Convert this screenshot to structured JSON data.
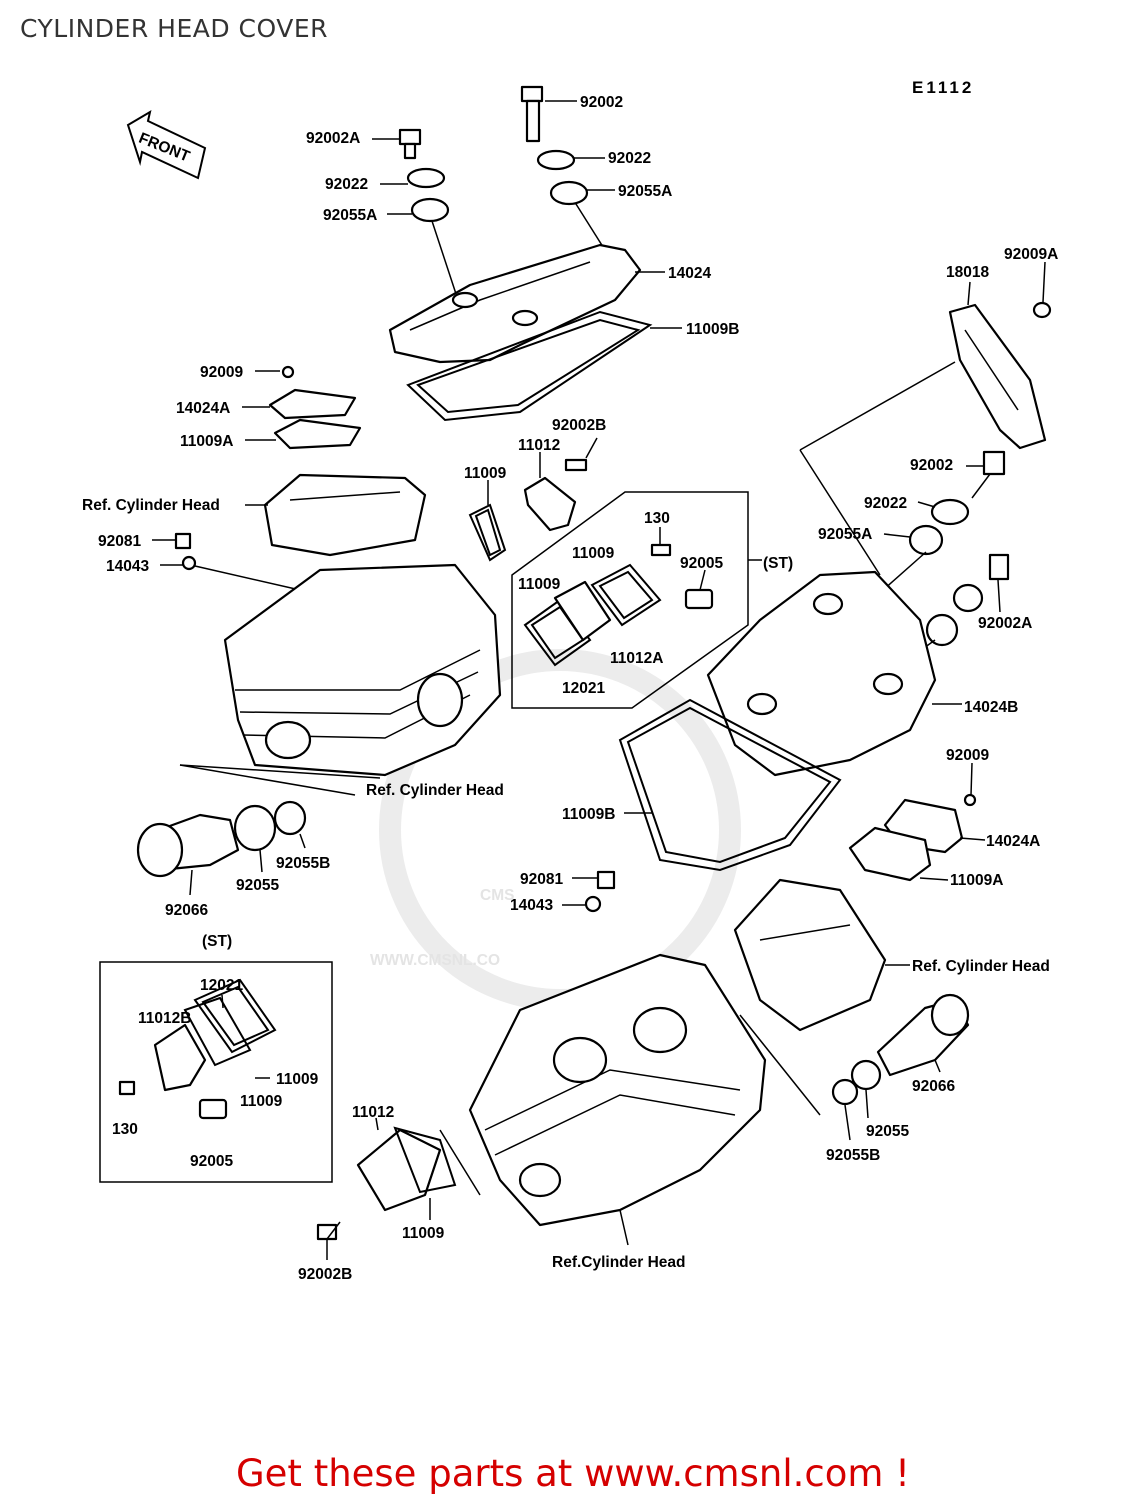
{
  "header": {
    "title": "CYLINDER HEAD COVER",
    "diagram_code": "E1112",
    "front_arrow": "FRONT"
  },
  "watermark": {
    "brand": "CMS",
    "url": "WWW.CMSNL.CO"
  },
  "kit_label": "(ST)",
  "callouts": {
    "c92002_top": "92002",
    "c92002A_top": "92002A",
    "c92022_top_r": "92022",
    "c92022_top_l": "92022",
    "c92055A_top_r": "92055A",
    "c92055A_top_l": "92055A",
    "c14024": "14024",
    "c11009B_top": "11009B",
    "c92009A": "92009A",
    "c18018": "18018",
    "c92009_l": "92009",
    "c14024A_l": "14024A",
    "c11009A_l": "11009A",
    "c92002B_top": "92002B",
    "c11012_top": "11012",
    "c11009_top": "11009",
    "c130_top": "130",
    "c11009_st1": "11009",
    "c92005_top": "92005",
    "c11009_st2": "11009",
    "c11012A": "11012A",
    "c12021_top": "12021",
    "c92081_l": "92081",
    "c14043_l": "14043",
    "c92002_r": "92002",
    "c92022_r": "92022",
    "c92055A_r": "92055A",
    "c92002A_r": "92002A",
    "c14024B": "14024B",
    "c92009_r": "92009",
    "c14024A_r": "14024A",
    "c11009B_mid": "11009B",
    "c11009A_r": "11009A",
    "c92081_r": "92081",
    "c14043_r": "14043",
    "c92066_l": "92066",
    "c92055_l": "92055",
    "c92055B_l": "92055B",
    "c92066_r": "92066",
    "c92055_r": "92055",
    "c92055B_r": "92055B",
    "c12021_bl": "12021",
    "c11012B": "11012B",
    "c11009_bl1": "11009",
    "c11009_bl2": "11009",
    "c130_bl": "130",
    "c92005_bl": "92005",
    "c11012_bot": "11012",
    "c11009_bot": "11009",
    "c92002B_bot": "92002B"
  },
  "ref_labels": {
    "ref_head_l": "Ref. Cylinder Head",
    "ref_head_mid": "Ref. Cylinder Head",
    "ref_head_r": "Ref. Cylinder Head",
    "ref_head_bot": "Ref.Cylinder Head"
  },
  "footer": {
    "ad_text": "Get these parts at www.cmsnl.com !"
  }
}
